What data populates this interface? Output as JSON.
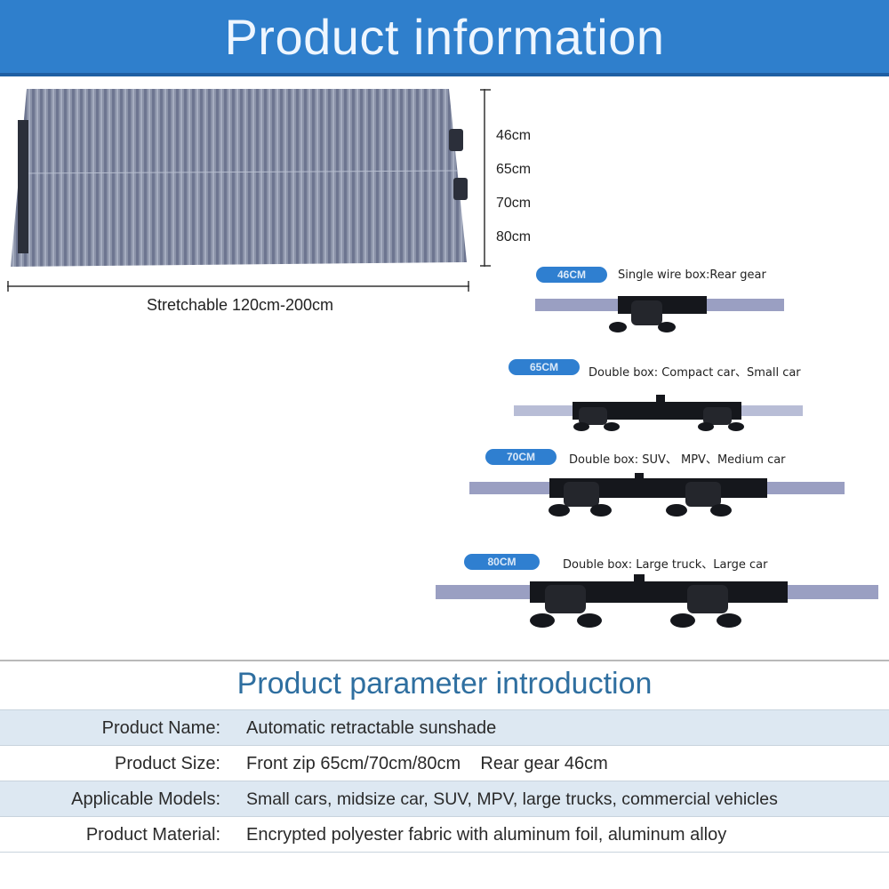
{
  "header": {
    "title": "Product information"
  },
  "dimensions": {
    "heights": [
      "46cm",
      "65cm",
      "70cm",
      "80cm"
    ],
    "width_label": "Stretchable 120cm-200cm"
  },
  "variants": [
    {
      "size": "46CM",
      "description": "Single wire box:Rear gear"
    },
    {
      "size": "65CM",
      "description": "Double box: Compact car、Small car"
    },
    {
      "size": "70CM",
      "description": "Double box: SUV、 MPV、Medium car"
    },
    {
      "size": "80CM",
      "description": "Double box: Large truck、Large car"
    }
  ],
  "parameters": {
    "title": "Product parameter introduction",
    "rows": [
      {
        "label": "Product Name:",
        "value": "Automatic retractable sunshade"
      },
      {
        "label": "Product Size:",
        "value": "Front zip 65cm/70cm/80cm    Rear gear 46cm"
      },
      {
        "label": "Applicable Models:",
        "value": "Small cars, midsize car, SUV, MPV, large trucks, commercial vehicles"
      },
      {
        "label": "Product Material:",
        "value": "Encrypted polyester fabric with aluminum foil, aluminum alloy"
      }
    ]
  },
  "colors": {
    "header_bg": "#2f7fcc",
    "pill_bg": "#2f7fd0",
    "title_text": "#2f6fa0",
    "row_shade": "#dde8f2"
  }
}
